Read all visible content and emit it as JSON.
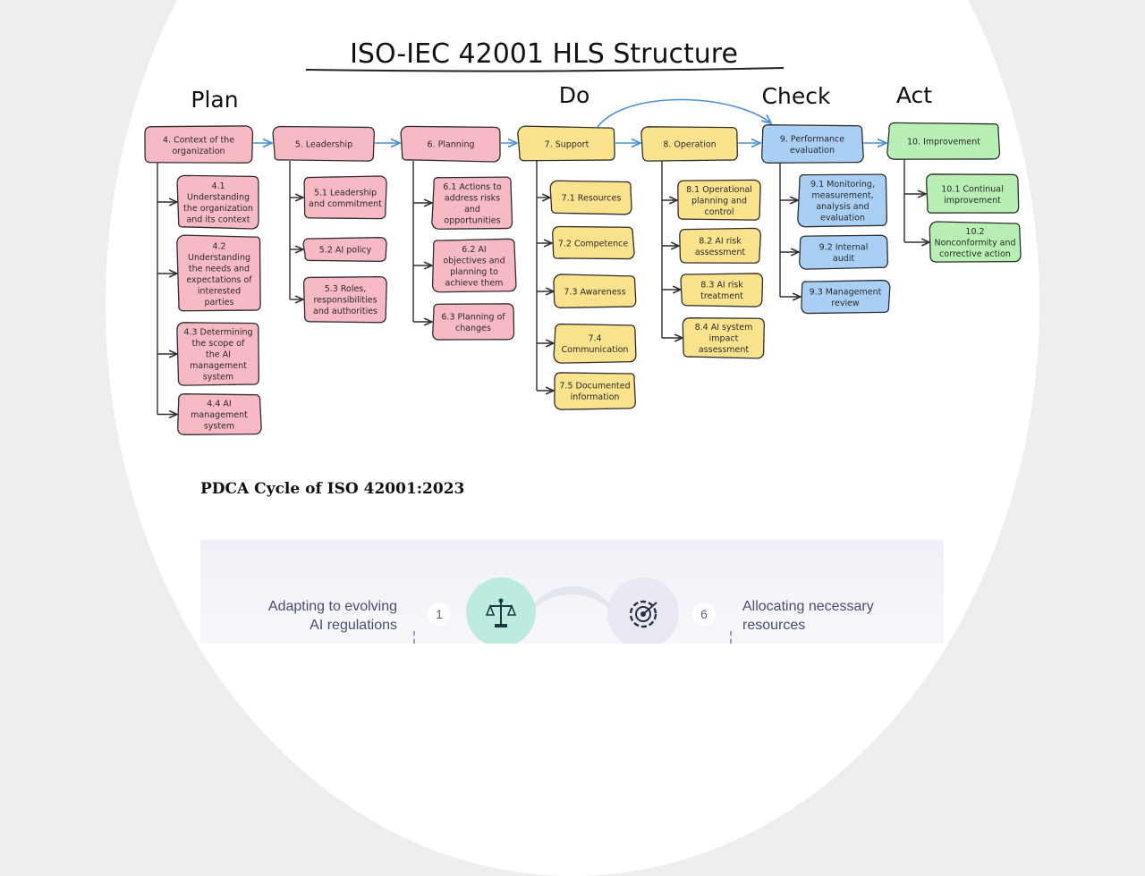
{
  "title": "ISO-IEC 42001 HLS Structure",
  "phases": [
    "Plan",
    "Do",
    "Check",
    "Act"
  ],
  "colors": {
    "plan": "#f7b9c3",
    "do": "#fbe38d",
    "check": "#a9cff4",
    "act": "#b7efb4",
    "arrow": "#4a90d9",
    "teal": "#bdebe1"
  },
  "columns": [
    {
      "color": "plan",
      "head": [
        "4. Context of the",
        "organization"
      ],
      "children": [
        [
          "4.1",
          "Understanding",
          "the organization",
          "and its context"
        ],
        [
          "4.2",
          "Understanding",
          "the needs and",
          "expectations of",
          "interested",
          "parties"
        ],
        [
          "4.3 Determining",
          "the scope of",
          "the AI",
          "management",
          "system"
        ],
        [
          "4.4 AI",
          "management",
          "system"
        ]
      ]
    },
    {
      "color": "plan",
      "head": [
        "5. Leadership"
      ],
      "children": [
        [
          "5.1 Leadership",
          "and commitment"
        ],
        [
          "5.2 AI policy"
        ],
        [
          "5.3 Roles,",
          "responsibilities",
          "and authorities"
        ]
      ]
    },
    {
      "color": "plan",
      "head": [
        "6. Planning"
      ],
      "children": [
        [
          "6.1 Actions to",
          "address risks",
          "and",
          "opportunities"
        ],
        [
          "6.2 AI",
          "objectives and",
          "planning to",
          "achieve them"
        ],
        [
          "6.3 Planning of",
          "changes"
        ]
      ]
    },
    {
      "color": "do",
      "head": [
        "7. Support"
      ],
      "children": [
        [
          "7.1 Resources"
        ],
        [
          "7.2 Competence"
        ],
        [
          "7.3 Awareness"
        ],
        [
          "7.4",
          "Communication"
        ],
        [
          "7.5 Documented",
          "information"
        ]
      ]
    },
    {
      "color": "do",
      "head": [
        "8. Operation"
      ],
      "children": [
        [
          "8.1 Operational",
          "planning and",
          "control"
        ],
        [
          "8.2 AI risk",
          "assessment"
        ],
        [
          "8.3 AI risk",
          "treatment"
        ],
        [
          "8.4 AI system",
          "impact",
          "assessment"
        ]
      ]
    },
    {
      "color": "check",
      "head": [
        "9. Performance",
        "evaluation"
      ],
      "children": [
        [
          "9.1 Monitoring,",
          "measurement,",
          "analysis and",
          "evaluation"
        ],
        [
          "9.2 Internal",
          "audit"
        ],
        [
          "9.3 Management",
          "review"
        ]
      ]
    },
    {
      "color": "act",
      "head": [
        "10. Improvement"
      ],
      "children": [
        [
          "10.1 Continual",
          "improvement"
        ],
        [
          "10.2",
          "Nonconformity and",
          "corrective action"
        ]
      ]
    }
  ],
  "pdca_heading": "PDCA Cycle of ISO 42001:2023",
  "card": {
    "left_label": "Adapting to evolving\nAI regulations",
    "left_number": "1",
    "right_number": "6",
    "right_label": "Allocating necessary\nresources",
    "left_icon": "scales-icon",
    "right_icon": "gear-target-icon"
  }
}
